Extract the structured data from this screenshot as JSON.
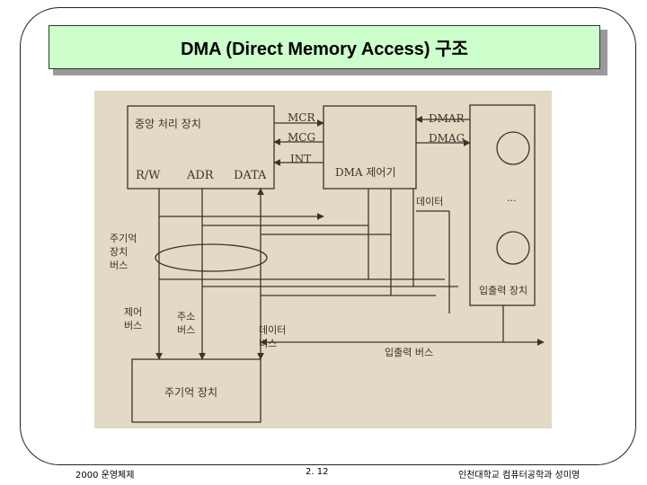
{
  "slide": {
    "title": "DMA (Direct Memory Access) 구조",
    "footer_left": "2000 운영체제",
    "footer_center": "2. 12",
    "footer_right": "인천대학교 컴퓨터공학과 성미영"
  },
  "diagram": {
    "cpu_label": "중앙 처리 장치",
    "rw": "R/W",
    "adr": "ADR",
    "data": "DATA",
    "mcr": "MCR",
    "mcg": "MCG",
    "int": "INT",
    "dma_label": "DMA 제어기",
    "dmar": "DMAR",
    "dmag": "DMAG",
    "data_line": "데이터",
    "ellipsis": "...",
    "io_device": "입출력 장치",
    "bus_mem_1": "주기억",
    "bus_mem_2": "장치",
    "bus_mem_3": "버스",
    "ctrl_bus_1": "제어",
    "ctrl_bus_2": "버스",
    "addr_bus_1": "주소",
    "addr_bus_2": "버스",
    "data_bus_1": "데이터",
    "data_bus_2": "버스",
    "io_bus": "입출력 버스",
    "memory_label": "주기억 장치"
  }
}
